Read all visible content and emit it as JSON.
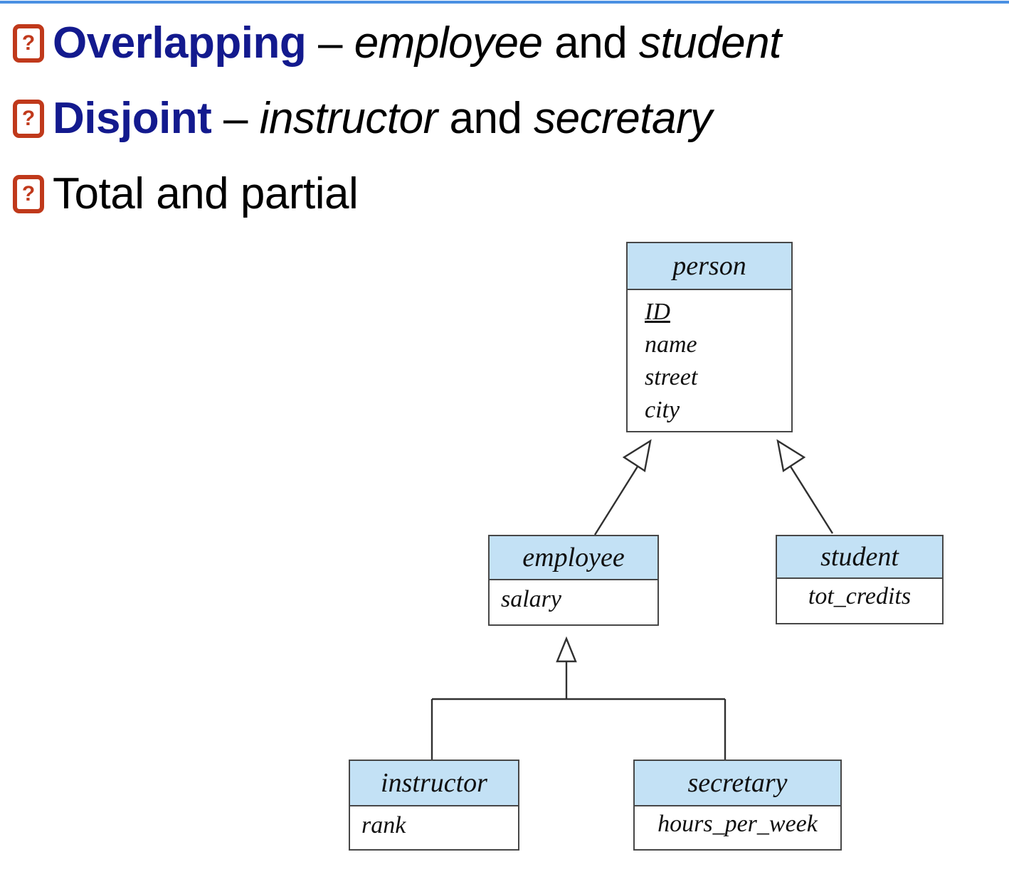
{
  "slide": {
    "top_rule_color": "#4a90e2",
    "heading_color": "#131a8e",
    "placeholder_icon_color": "#c0391b",
    "entity_header_color": "#c3e1f5",
    "entity_border_color": "#474747"
  },
  "bullets": [
    {
      "icon": "missing-image-placeholder-icon",
      "icon_glyph": "?",
      "head": "Overlapping",
      "dash": " – ",
      "em1": "employee",
      "conj": " and ",
      "em2": "student"
    },
    {
      "icon": "missing-image-placeholder-icon",
      "icon_glyph": "?",
      "head": "Disjoint",
      "dash": " – ",
      "em1": "instructor",
      "conj": " and ",
      "em2": "secretary"
    },
    {
      "icon": "missing-image-placeholder-icon",
      "icon_glyph": "?",
      "plain": "Total and partial"
    }
  ],
  "diagram": {
    "type": "uml-generalization-hierarchy",
    "entities": [
      {
        "id": "person",
        "name": "person",
        "attributes": [
          "ID",
          "name",
          "street",
          "city"
        ],
        "primary_key": "ID"
      },
      {
        "id": "employee",
        "name": "employee",
        "attributes": [
          "salary"
        ],
        "primary_key": null
      },
      {
        "id": "student",
        "name": "student",
        "attributes": [
          "tot_credits"
        ],
        "primary_key": null
      },
      {
        "id": "instructor",
        "name": "instructor",
        "attributes": [
          "rank"
        ],
        "primary_key": null
      },
      {
        "id": "secretary",
        "name": "secretary",
        "attributes": [
          "hours_per_week"
        ],
        "primary_key": null
      }
    ],
    "generalizations": [
      {
        "child": "employee",
        "parent": "person",
        "arrow": "hollow-triangle"
      },
      {
        "child": "student",
        "parent": "person",
        "arrow": "hollow-triangle"
      },
      {
        "child": "instructor",
        "parent": "employee",
        "arrow": "hollow-triangle-shared"
      },
      {
        "child": "secretary",
        "parent": "employee",
        "arrow": "hollow-triangle-shared"
      }
    ]
  }
}
